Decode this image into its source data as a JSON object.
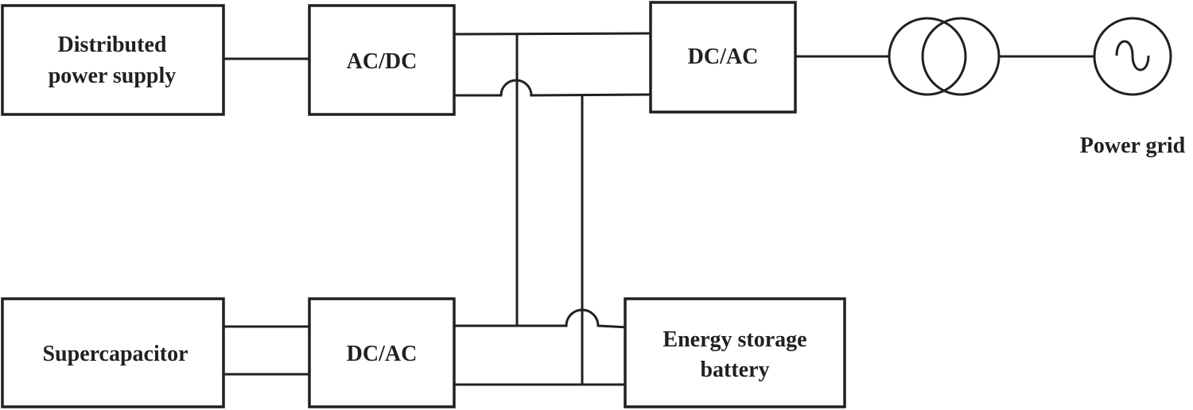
{
  "blocks": {
    "distributed_power_supply": {
      "line1": "Distributed",
      "line2": "power supply"
    },
    "ac_dc": {
      "label": "AC/DC"
    },
    "dc_ac_top": {
      "label": "DC/AC"
    },
    "supercapacitor": {
      "label": "Supercapacitor"
    },
    "dc_ac_bottom": {
      "label": "DC/AC"
    },
    "energy_storage_battery": {
      "line1": "Energy storage",
      "line2": "battery"
    }
  },
  "grid": {
    "label": "Power grid"
  },
  "symbols": {
    "transformer": "transformer-icon",
    "ac_source": "ac-source-icon"
  },
  "colors": {
    "stroke": "#231f20",
    "background": "#ffffff"
  }
}
